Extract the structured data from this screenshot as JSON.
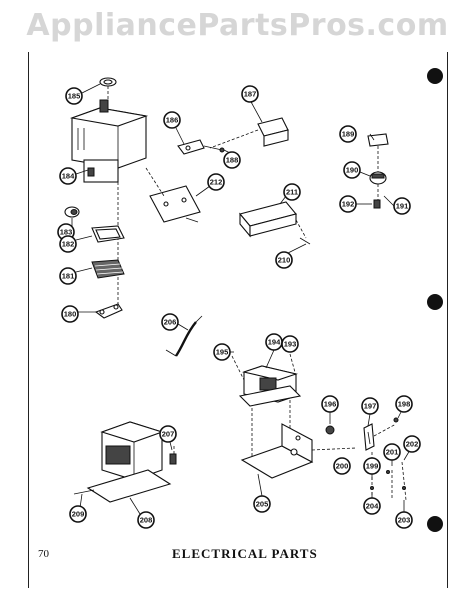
{
  "watermark": "AppliancePartsPros.com",
  "page_number": "70",
  "caption": "ELECTRICAL PARTS",
  "callouts": {
    "c180": "180",
    "c181": "181",
    "c182": "182",
    "c183": "183",
    "c184": "184",
    "c185": "185",
    "c186": "186",
    "c187": "187",
    "c188": "188",
    "c189": "189",
    "c190": "190",
    "c191": "191",
    "c192": "192",
    "c193": "193",
    "c194": "194",
    "c195": "195",
    "c196": "196",
    "c197": "197",
    "c198": "198",
    "c199": "199",
    "c200": "200",
    "c201": "201",
    "c202": "202",
    "c203": "203",
    "c204": "204",
    "c205": "205",
    "c206": "206",
    "c207": "207",
    "c208": "208",
    "c209": "209",
    "c210": "210",
    "c211": "211",
    "c212": "212"
  }
}
